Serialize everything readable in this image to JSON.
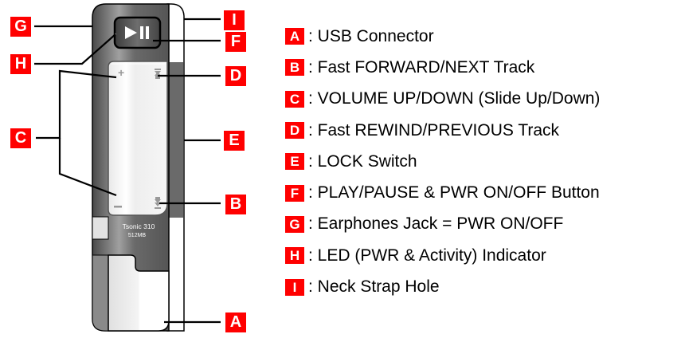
{
  "device": {
    "model_line1": "Tsonic 310",
    "model_line2": "512MB",
    "play_pause_glyph": "▶❚❚",
    "volume_plus_glyph": "+",
    "volume_minus_glyph": "–"
  },
  "callouts": [
    {
      "letter": "G"
    },
    {
      "letter": "H"
    },
    {
      "letter": "C"
    },
    {
      "letter": "I"
    },
    {
      "letter": "F"
    },
    {
      "letter": "D"
    },
    {
      "letter": "E"
    },
    {
      "letter": "B"
    },
    {
      "letter": "A"
    }
  ],
  "legend": [
    {
      "letter": "A",
      "text": ": USB Connector"
    },
    {
      "letter": "B",
      "text": ": Fast FORWARD/NEXT Track"
    },
    {
      "letter": "C",
      "text": ": VOLUME UP/DOWN (Slide Up/Down)"
    },
    {
      "letter": "D",
      "text": ": Fast REWIND/PREVIOUS Track"
    },
    {
      "letter": "E",
      "text": ": LOCK Switch"
    },
    {
      "letter": "F",
      "text": ": PLAY/PAUSE & PWR ON/OFF Button"
    },
    {
      "letter": "G",
      "text": ": Earphones Jack = PWR ON/OFF"
    },
    {
      "letter": "H",
      "text": ": LED (PWR & Activity) Indicator"
    },
    {
      "letter": "I",
      "text": ": Neck Strap Hole"
    }
  ],
  "colors": {
    "badge": "#ff0000",
    "body_dark": "#5a5a5a",
    "body_light": "#9a9a9a",
    "panel": "#f4f4f4"
  }
}
